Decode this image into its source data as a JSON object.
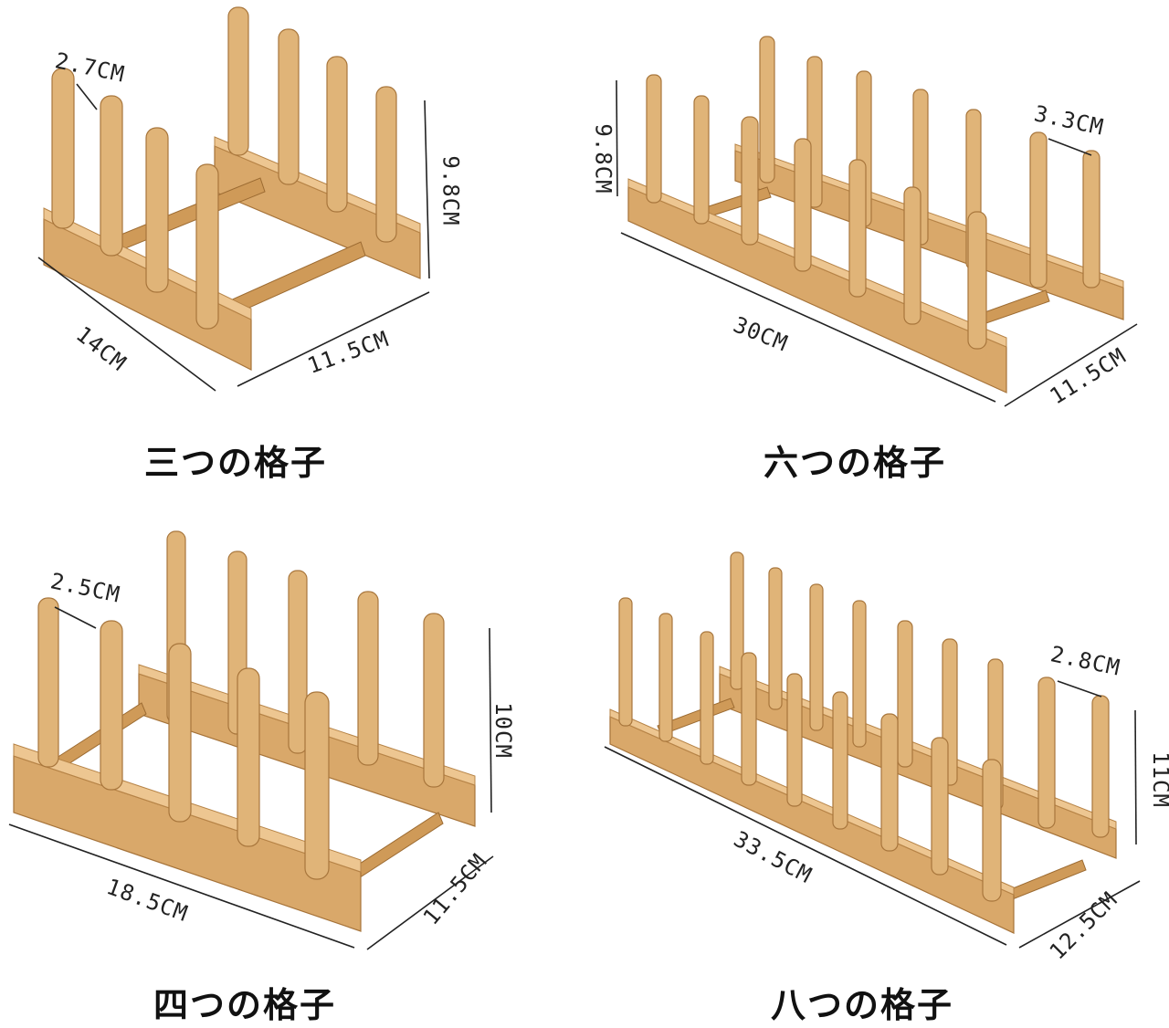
{
  "panels": [
    {
      "caption": "三つの格子",
      "dims": {
        "peg_spacing": "2.7CM",
        "height": "9.8CM",
        "length": "14CM",
        "width": "11.5CM"
      }
    },
    {
      "caption": "六つの格子",
      "dims": {
        "peg_spacing": "3.3CM",
        "height": "9.8CM",
        "length": "30CM",
        "width": "11.5CM"
      }
    },
    {
      "caption": "四つの格子",
      "dims": {
        "peg_spacing": "2.5CM",
        "height": "10CM",
        "length": "18.5CM",
        "width": "11.5CM"
      }
    },
    {
      "caption": "八つの格子",
      "dims": {
        "peg_spacing": "2.8CM",
        "height": "11CM",
        "length": "33.5CM",
        "width": "12.5CM"
      }
    }
  ],
  "colors": {
    "wood": "#d9a86a",
    "background": "#ffffff",
    "text": "#111111"
  }
}
